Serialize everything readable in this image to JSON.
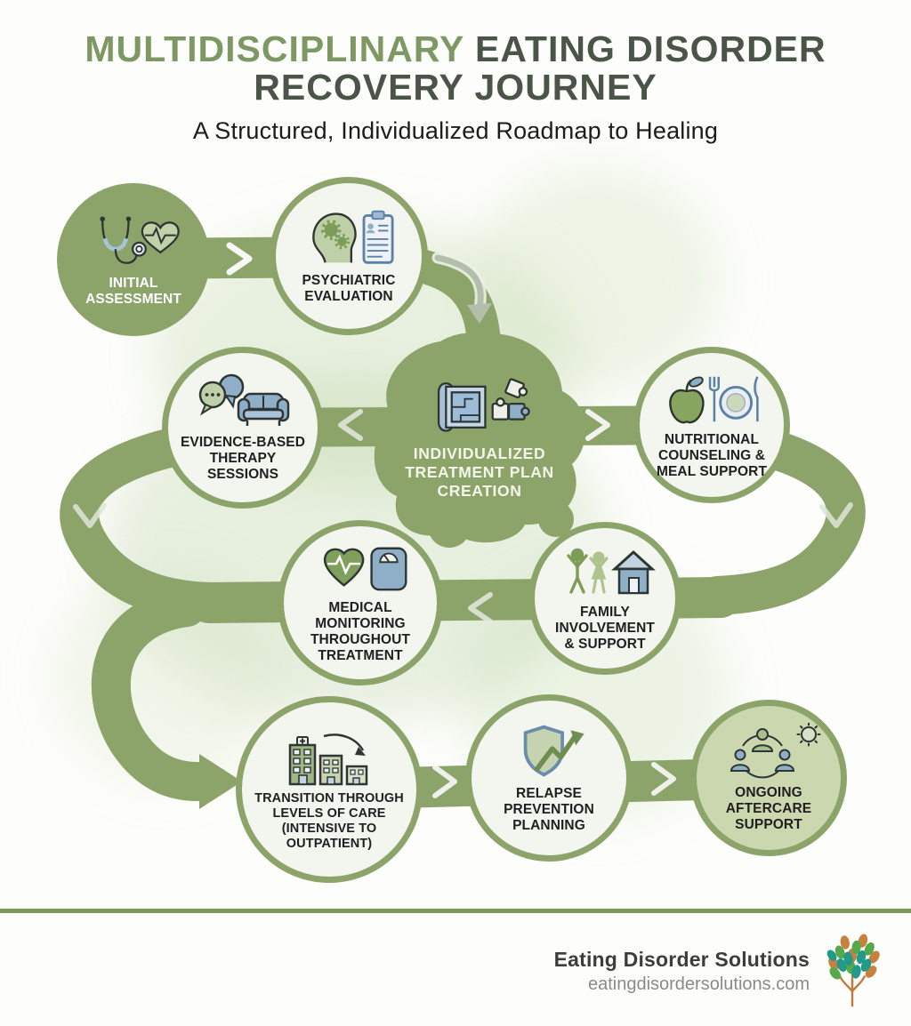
{
  "title": {
    "line1_highlight": "MULTIDISCIPLINARY",
    "line1_rest": " EATING DISORDER",
    "line2": "RECOVERY JOURNEY",
    "subtitle": "A Structured, Individualized Roadmap to Healing"
  },
  "nodes": [
    {
      "label": "INITIAL\nASSESSMENT",
      "icon": "stethoscope-heart-icon",
      "style": "green"
    },
    {
      "label": "PSYCHIATRIC\nEVALUATION",
      "icon": "head-gears-clipboard-icon",
      "style": "light"
    },
    {
      "label": "INDIVIDUALIZED\nTREATMENT PLAN\nCREATION",
      "icon": "blueprint-puzzle-icon",
      "style": "green-blob"
    },
    {
      "label": "EVIDENCE-BASED\nTHERAPY\nSESSIONS",
      "icon": "speech-bubbles-couch-icon",
      "style": "light"
    },
    {
      "label": "NUTRITIONAL\nCOUNSELING &\nMEAL SUPPORT",
      "icon": "apple-plate-cutlery-icon",
      "style": "light"
    },
    {
      "label": "MEDICAL\nMONITORING\nTHROUGHOUT\nTREATMENT",
      "icon": "heart-ekg-scale-icon",
      "style": "light"
    },
    {
      "label": "FAMILY\nINVOLVEMENT\n& SUPPORT",
      "icon": "family-house-icon",
      "style": "light"
    },
    {
      "label": "TRANSITION THROUGH\nLEVELS OF CARE\n(INTENSIVE TO\nOUTPATIENT)",
      "icon": "buildings-step-down-icon",
      "style": "light"
    },
    {
      "label": "RELAPSE\nPREVENTION\nPLANNING",
      "icon": "shield-growth-arrow-icon",
      "style": "light"
    },
    {
      "label": "ONGOING\nAFTERCARE\nSUPPORT",
      "icon": "support-circle-sun-icon",
      "style": "tint"
    }
  ],
  "flow_markers": [
    "chevron-right-icon",
    "curved-down-arrow-icon",
    "chevron-left-icon",
    "chevron-right-icon",
    "chevron-down-icon",
    "chevron-down-icon",
    "chevron-left-icon",
    "big-curved-right-arrow-icon",
    "chevron-right-icon",
    "chevron-right-icon"
  ],
  "footer": {
    "brand": "Eating Disorder Solutions",
    "website": "eatingdisordersolutions.com",
    "logo": "leaf-tree-logo"
  },
  "colors": {
    "path_green": "#8ca46a",
    "node_fill_light": "#f3f5ef",
    "node_fill_tint": "#cbd7ae",
    "title_green": "#7d9862",
    "title_dark": "#4a5548",
    "footer_rule": "#7c985c",
    "logo_orange": "#c8803f",
    "logo_green": "#55a94b",
    "logo_teal": "#23998a"
  }
}
